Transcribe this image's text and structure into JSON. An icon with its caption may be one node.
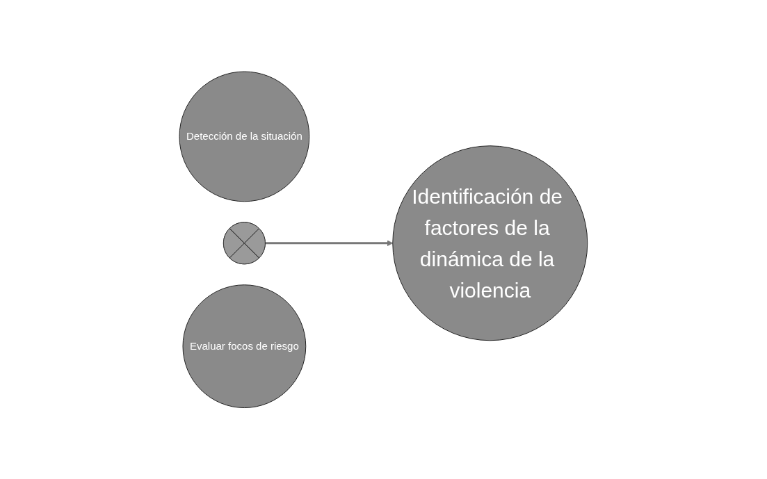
{
  "diagram": {
    "nodes": [
      {
        "text": [
          "Detección de la situación"
        ]
      },
      {
        "text": [],
        "shape": "cross"
      },
      {
        "text": [
          "Evaluar focos de riesgo"
        ]
      },
      {
        "text": [
          "Identificación de factores de la dinámica de la violencia"
        ]
      }
    ],
    "edges": [
      {
        "from": 1,
        "to": 3,
        "arrow": "to"
      }
    ]
  }
}
